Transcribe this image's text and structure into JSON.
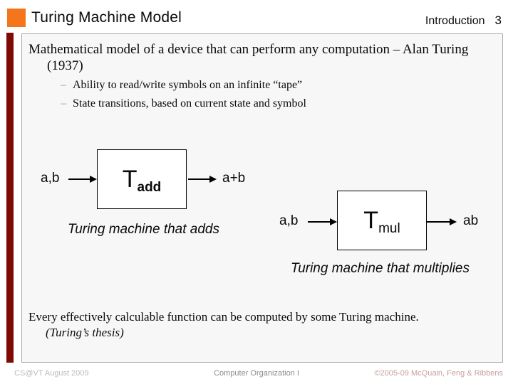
{
  "slide": {
    "title": "Turing Machine Model",
    "section": "Introduction",
    "page_number": "3"
  },
  "body": {
    "intro_line1": "Mathematical model of a device that can perform any computation – Alan Turing",
    "intro_line2": "(1937)",
    "bullets": [
      {
        "marker": "–",
        "text": "Ability to read/write symbols on an infinite “tape”"
      },
      {
        "marker": "–",
        "text": "State transitions, based on current state and symbol"
      }
    ],
    "thesis_line1": "Every effectively calculable function can be computed by some Turing machine.",
    "thesis_line2": "(Turing’s thesis)"
  },
  "diagrams": [
    {
      "input": "a,b",
      "box_label_main": "T",
      "box_label_sub": "add",
      "output": "a+b",
      "caption": "Turing machine that adds"
    },
    {
      "input": "a,b",
      "box_label_main": "T",
      "box_label_sub": "mul",
      "output": "ab",
      "caption": "Turing machine that multiplies"
    }
  ],
  "footer": {
    "left": "CS@VT August 2009",
    "center": "Computer Organization I",
    "right": "©2005-09 McQuain, Feng & Ribbens"
  },
  "colors": {
    "accent_orange": "#F4751C",
    "accent_maroon": "#7F0A04",
    "content_bg": "#F7F7F7",
    "content_border": "#ACACAC",
    "bullet_marker": "#999999",
    "footer_left": "#BBBBBB",
    "footer_center": "#8C8C8C",
    "footer_right": "#C79F9F"
  }
}
